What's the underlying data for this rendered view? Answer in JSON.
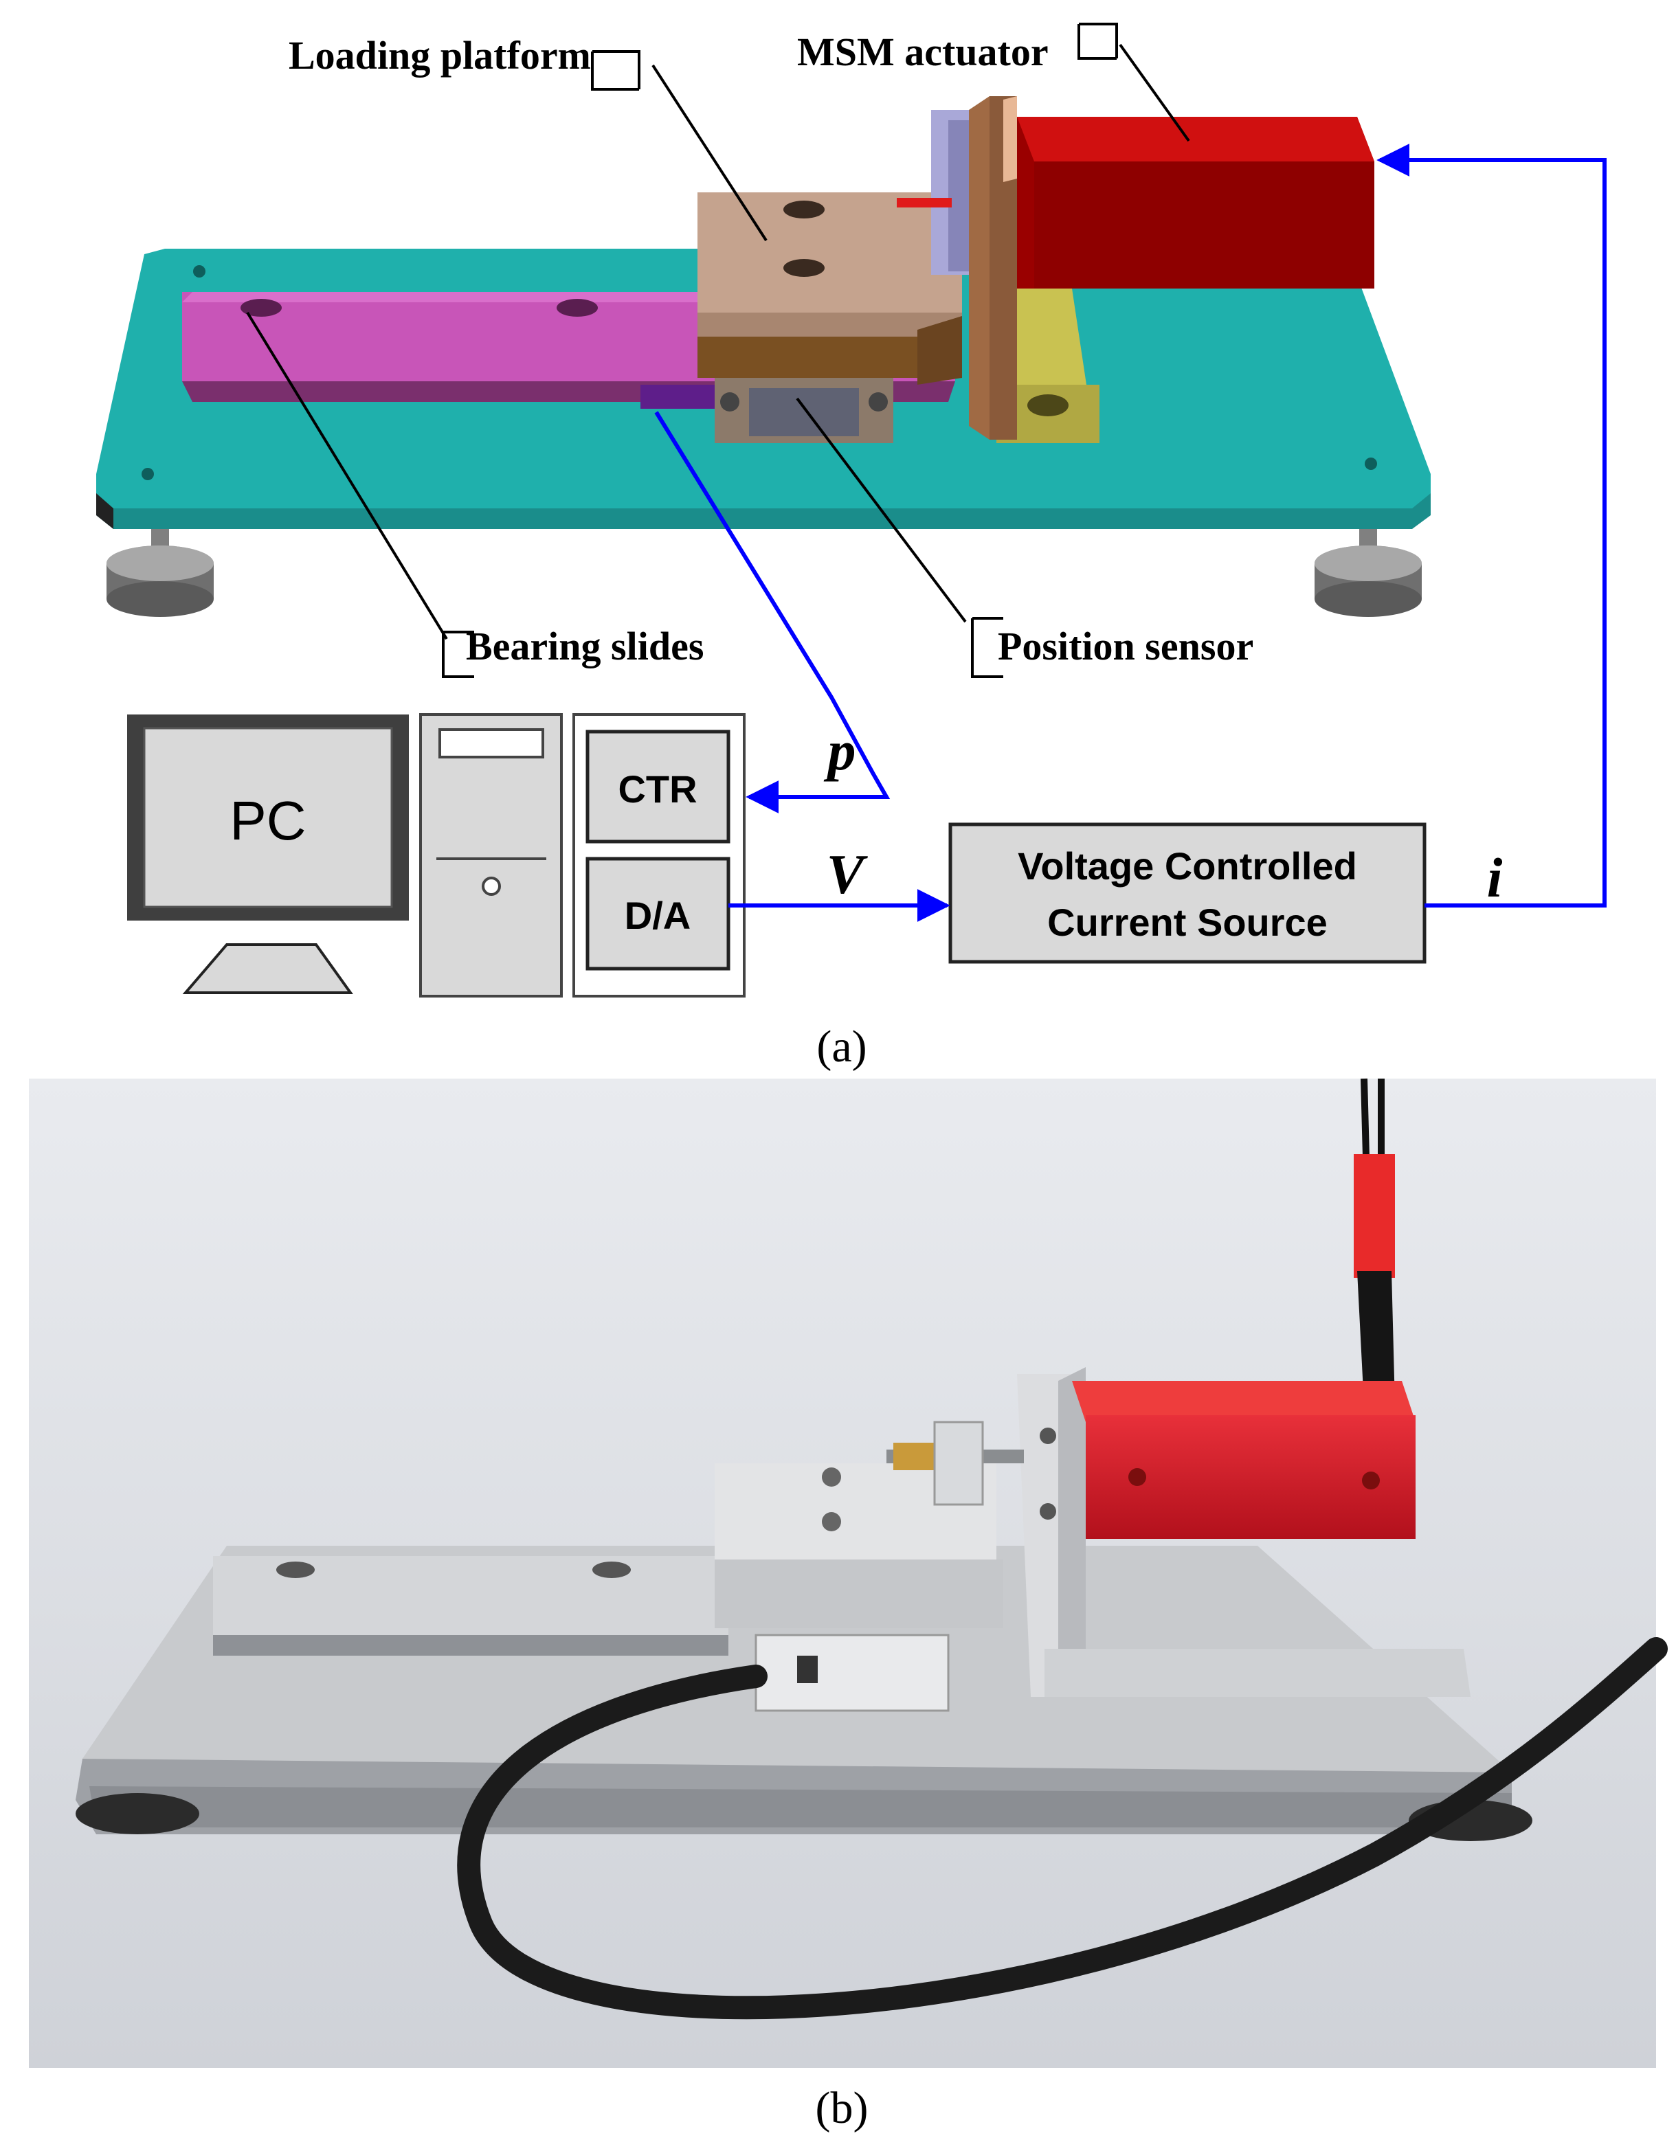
{
  "labels": {
    "loading_platform": "Loading platform",
    "msm_actuator": "MSM actuator",
    "bearing_slides": "Bearing slides",
    "position_sensor": "Position sensor"
  },
  "blocks": {
    "pc": "PC",
    "ctr": "CTR",
    "da": "D/A",
    "vccs_line1": "Voltage Controlled",
    "vccs_line2": "Current Source"
  },
  "signals": {
    "p": "p",
    "v": "V",
    "i": "i"
  },
  "captions": {
    "a": "(a)",
    "b": "(b)"
  },
  "colors": {
    "base_plate": "#1fb0ac",
    "bearing_slide": "#c855b8",
    "loading_platform": "#c5a38e",
    "actuator": "#c40000",
    "signal_line": "#0000ff",
    "block_fill": "#d9d9d9"
  }
}
